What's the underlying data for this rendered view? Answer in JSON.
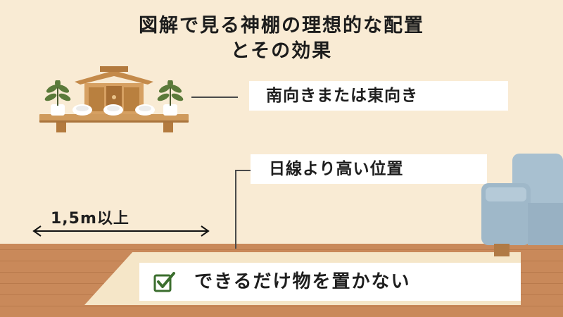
{
  "title": {
    "line1": "図解で見る神棚の理想的な配置",
    "line2": "とその効果"
  },
  "callouts": {
    "direction": "南向きまたは東向き",
    "height": "日線より高い位置",
    "clearance": "できるだけ物を置かない"
  },
  "measure": {
    "width_label": "1,5m以上"
  },
  "colors": {
    "wall": "#f9ebd4",
    "floor": "#c9895a",
    "rug": "#f5e6c8",
    "wood": "#cf9a5c",
    "sofa": "#a8c0d0",
    "check": "#3b6e2e"
  },
  "icons": [
    "shrine-icon",
    "sakaki-branch-icon",
    "offering-icon",
    "checkbox-check-icon",
    "double-arrow-icon",
    "sofa-icon"
  ]
}
